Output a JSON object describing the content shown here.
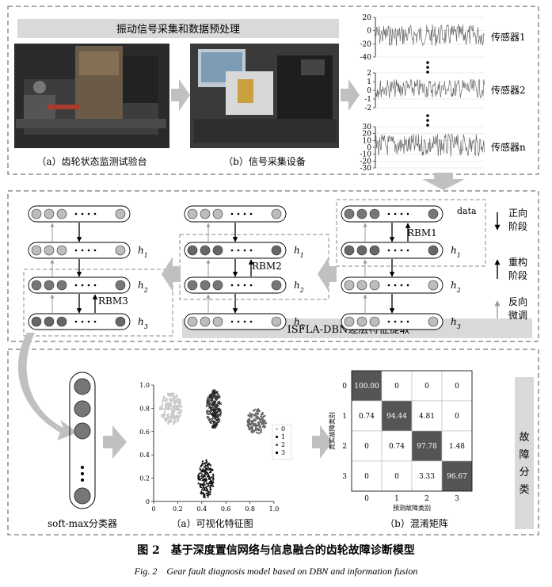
{
  "top": {
    "banner": "振动信号采集和数据预处理",
    "photo_a_caption": "（a）齿轮状态监测试验台",
    "photo_b_caption": "（b）信号采集设备",
    "signals": [
      {
        "label": "传感器1",
        "ticks": [
          "20",
          "0",
          "-20",
          "-40"
        ]
      },
      {
        "label": "传感器2",
        "ticks": [
          "2",
          "1",
          "0",
          "-1",
          "-2"
        ]
      },
      {
        "label": "传感器n",
        "ticks": [
          "30",
          "20",
          "10",
          "0",
          "-10",
          "-20",
          "-30"
        ]
      }
    ]
  },
  "middle": {
    "banner": "ISFLA-DBN逐层特征提取",
    "data_label": "data",
    "rbm_labels": [
      "RBM1",
      "RBM2",
      "RBM3"
    ],
    "layer_labels": [
      "h1",
      "h2",
      "h3"
    ],
    "legend": [
      {
        "text": "正向\n阶段",
        "lines": [
          "正向",
          "阶段"
        ]
      },
      {
        "text": "重构\n阶段",
        "lines": [
          "重构",
          "阶段"
        ]
      },
      {
        "text": "反向\n微调",
        "lines": [
          "反向",
          "微调"
        ]
      }
    ]
  },
  "bottom": {
    "softmax_caption": "soft-max分类器",
    "scatter_caption": "（a）可视化特征图",
    "matrix_caption": "（b）混淆矩阵",
    "side_banner": "故障分类",
    "scatter": {
      "x_ticks": [
        "0",
        "0.2",
        "0.4",
        "0.6",
        "0.8",
        "1.0"
      ],
      "y_ticks": [
        "1.0",
        "0.8",
        "0.6",
        "0.4",
        "0.2",
        "0"
      ],
      "legend": [
        "0",
        "1",
        "2",
        "3"
      ]
    },
    "matrix": {
      "ylabel": "真实故障类别",
      "xlabel": "预测故障类别",
      "labels": [
        "0",
        "1",
        "2",
        "3"
      ],
      "values": [
        [
          "100.00",
          "0",
          "0",
          "0"
        ],
        [
          "0.74",
          "94.44",
          "4.81",
          "0"
        ],
        [
          "0",
          "0.74",
          "97.78",
          "1.48"
        ],
        [
          "0",
          "0",
          "3.33",
          "96.67"
        ]
      ]
    }
  },
  "caption": {
    "cn": "图 2　基于深度置信网络与信息融合的齿轮故障诊断模型",
    "en": "Fig. 2　Gear fault diagnosis model based on DBN and information fusion"
  },
  "colors": {
    "banner": "#d9d9d9",
    "arrow": "#c0c0c0",
    "dark_cell": "#555555"
  }
}
